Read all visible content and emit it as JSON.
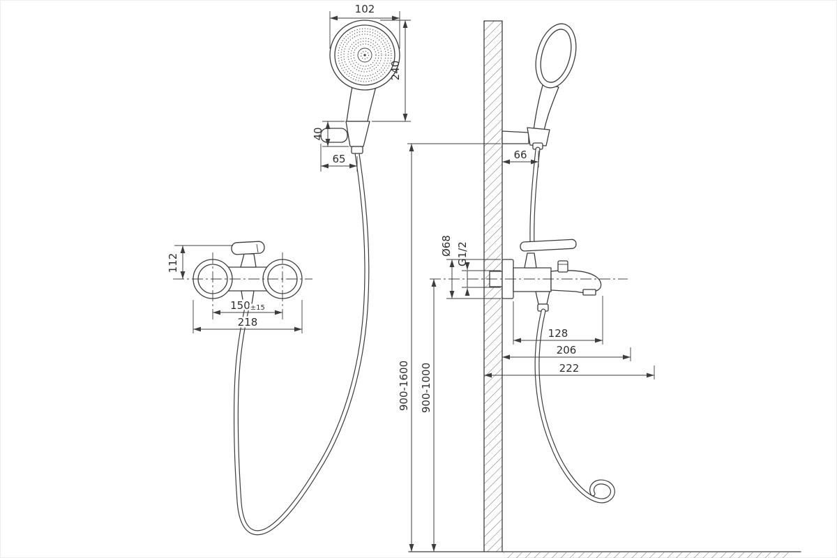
{
  "diagram": {
    "type": "technical-installation-drawing",
    "subject": "wall-mounted bath mixer with hand shower",
    "colors": {
      "line": "#3c3c3c",
      "background": "#ffffff"
    },
    "views": {
      "front": {
        "dims": {
          "head_width": "102",
          "head_to_holder": "240",
          "holder_height": "40",
          "holder_offset": "65",
          "handle_height": "112",
          "inlet_centers": "150",
          "inlet_tolerance": "±15",
          "body_width": "218"
        }
      },
      "side": {
        "dims": {
          "holder_projection": "66",
          "escutcheon_diameter": "Ø68",
          "thread": "G1/2",
          "depth_128": "128",
          "depth_206": "206",
          "depth_222": "222",
          "shower_height_range": "900-1600",
          "mixer_height_range": "900-1000"
        }
      }
    }
  }
}
